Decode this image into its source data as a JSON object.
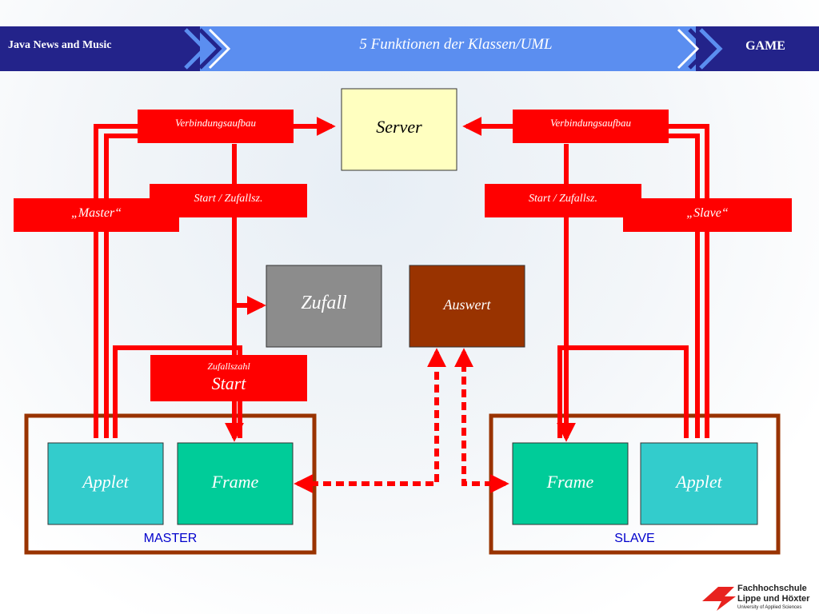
{
  "header": {
    "left_title": "Java News and Music",
    "center_title": "5 Funktionen der Klassen/UML",
    "right_title": "GAME"
  },
  "diagram": {
    "server": "Server",
    "zufall": "Zufall",
    "auswert": "Auswert",
    "master_applet": "Applet",
    "master_frame": "Frame",
    "slave_frame": "Frame",
    "slave_applet": "Applet",
    "master_group": "MASTER",
    "slave_group": "SLAVE",
    "label_verbindung_left": "Verbindungsaufbau",
    "label_verbindung_right": "Verbindungsaufbau",
    "label_start_zufall_left": "Start / Zufallsz.",
    "label_start_zufall_right": "Start / Zufallsz.",
    "label_master": "„Master“",
    "label_slave": "„Slave“",
    "label_start": "Start",
    "label_zufallszahl": "Zufallszahl"
  },
  "colors": {
    "arrow_red": "#ff0000",
    "server_fill": "#ffffc0",
    "zufall_fill": "#8c8c8c",
    "auswert_fill": "#993300",
    "applet_fill": "#33cccc",
    "frame_fill": "#00cc99",
    "group_border": "#993300",
    "header_dark": "#23238a",
    "header_light": "#5b8ef0"
  },
  "footer_logo": {
    "line1": "Fachhochschule",
    "line2": "Lippe und Höxter",
    "line3": "University of Applied Sciences"
  }
}
